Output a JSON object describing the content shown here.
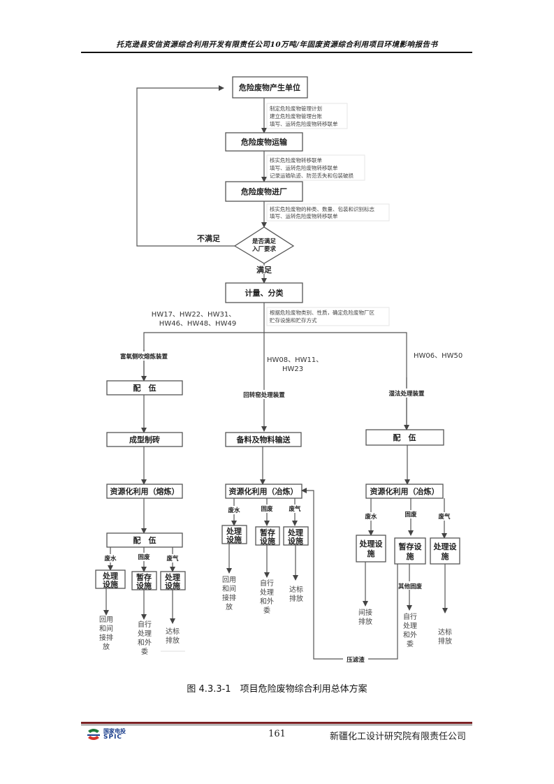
{
  "header": {
    "title": "托克逊县安信资源综合利用开发有限责任公司10万吨/年固废资源综合利用项目环境影响报告书"
  },
  "diagram": {
    "top_steps": [
      {
        "id": "generator",
        "label": "危险废物产生单位"
      },
      {
        "id": "transport",
        "label": "危险废物运输"
      },
      {
        "id": "entry",
        "label": "危险废物进厂"
      }
    ],
    "notes": {
      "generator_to_transport": [
        "制定危险废物管理计划",
        "建立危险废物管理台账",
        "填写、运转危险废物转移联单"
      ],
      "transport_to_entry": [
        "核实危险废物转移联单",
        "填写、运转危险废物转移联单",
        "记录运输轨迹、防范丢失和包装破损"
      ],
      "entry_to_decision": [
        "核实危险废物的种类、数量、包装和识别标志",
        "填写、运转危险废物转移联单"
      ],
      "classify_note": [
        "根据危险废物类别、性质，确定危险废物厂区",
        "贮存设施和贮存方式"
      ]
    },
    "decision": {
      "label_line1": "是否满足",
      "label_line2": "入厂要求",
      "no_label": "不满足",
      "yes_label": "满足"
    },
    "classify": {
      "label": "计量、分类"
    },
    "branches": {
      "left": {
        "codes_line1": "HW17、HW22、HW31、",
        "codes_line2": "HW46、HW48、HW49",
        "device": "富氧侧吹熔炼装置",
        "step1": "配　伍",
        "step2": "成型制砖",
        "step3": "资源化利用（熔炼）",
        "step4": "配　伍",
        "streams": [
          {
            "label": "废水",
            "facility_line1": "处理",
            "facility_line2": "设施",
            "output": [
              "回用",
              "和间",
              "接排",
              "放"
            ]
          },
          {
            "label": "固废",
            "facility_line1": "暂存",
            "facility_line2": "设施",
            "output": [
              "自行",
              "处理",
              "和外",
              "委"
            ]
          },
          {
            "label": "废气",
            "facility_line1": "处理",
            "facility_line2": "设施",
            "output": [
              "达标",
              "排放"
            ]
          }
        ]
      },
      "middle": {
        "codes_line1": "HW08、HW11、",
        "codes_line2": "HW23",
        "device": "回转窑处理装置",
        "step1": "备料及物料输送",
        "step2": "资源化利用（冶炼）",
        "streams": [
          {
            "label": "废水",
            "facility_line1": "处理",
            "facility_line2": "设施",
            "output": [
              "回用",
              "和间",
              "接排",
              "放"
            ]
          },
          {
            "label": "固废",
            "facility_line1": "暂存",
            "facility_line2": "设施",
            "output": [
              "自行",
              "处理",
              "和外",
              "委"
            ]
          },
          {
            "label": "废气",
            "facility_line1": "处理",
            "facility_line2": "设施",
            "output": [
              "达标",
              "排放"
            ]
          }
        ]
      },
      "right": {
        "codes": "HW06、HW50",
        "device": "湿法处理装置",
        "step1": "配　伍",
        "step2": "资源化利用（冶炼）",
        "streams": [
          {
            "label": "废水",
            "facility_line1": "处理设",
            "facility_line2": "施",
            "output": [
              "间接",
              "排放"
            ]
          },
          {
            "label": "固废",
            "facility_line1": "暂存设",
            "facility_line2": "施",
            "output": [
              "自行",
              "处理",
              "和外",
              "委"
            ]
          },
          {
            "label": "废气",
            "facility_line1": "处理设",
            "facility_line2": "施",
            "output": [
              "达标",
              "排放"
            ]
          }
        ],
        "other_solid_waste": "其他固废",
        "filter_residue": "压滤渣"
      }
    }
  },
  "caption": "图 4.3.3-1　项目危险废物综合利用总体方案",
  "footer": {
    "logo_cn": "国家电投",
    "logo_en": "SPIC",
    "page_number": "161",
    "organization": "新疆化工设计研究院有限责任公司"
  }
}
